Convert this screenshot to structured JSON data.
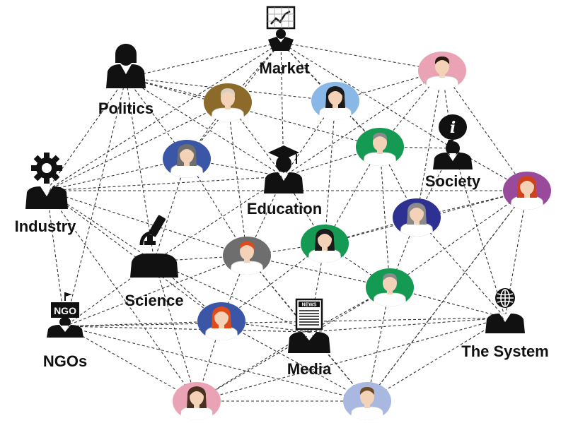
{
  "colors": {
    "background": "#ffffff",
    "edge": "#333333",
    "icon": "#111111",
    "skin": "#f4d2b8",
    "shirt": "#ffffff"
  },
  "sectors": [
    {
      "id": "market",
      "label": "Market",
      "icon": "chart-board-icon"
    },
    {
      "id": "politics",
      "label": "Politics",
      "icon": "politician-icon"
    },
    {
      "id": "society",
      "label": "Society",
      "icon": "info-person-icon"
    },
    {
      "id": "education",
      "label": "Education",
      "icon": "graduate-icon"
    },
    {
      "id": "industry",
      "label": "Industry",
      "icon": "gear-person-icon"
    },
    {
      "id": "science",
      "label": "Science",
      "icon": "microscope-icon"
    },
    {
      "id": "ngos",
      "label": "NGOs",
      "icon": "ngo-sign-icon",
      "badge": "NGO"
    },
    {
      "id": "media",
      "label": "Media",
      "icon": "newspaper-icon",
      "badge": "NEWS"
    },
    {
      "id": "the_system",
      "label": "The System",
      "icon": "globe-person-icon"
    }
  ],
  "people": [
    {
      "id": "p1",
      "bg": "#e9a3b5",
      "hair": "#2b1a10",
      "female": false
    },
    {
      "id": "p2",
      "bg": "#8c6a2a",
      "hair": "#d9d0c0",
      "female": false
    },
    {
      "id": "p3",
      "bg": "#8ab8e6",
      "hair": "#1b1b1b",
      "female": true
    },
    {
      "id": "p4",
      "bg": "#149a52",
      "hair": "#8a8a8a",
      "female": false
    },
    {
      "id": "p5",
      "bg": "#3b56a6",
      "hair": "#6e6e6e",
      "female": true
    },
    {
      "id": "p6",
      "bg": "#9a4a9a",
      "hair": "#d2421a",
      "female": true
    },
    {
      "id": "p7",
      "bg": "#2e3191",
      "hair": "#8a8a8a",
      "female": true
    },
    {
      "id": "p8",
      "bg": "#149a52",
      "hair": "#1b1b1b",
      "female": true
    },
    {
      "id": "p9",
      "bg": "#6e6e6e",
      "hair": "#e24a1a",
      "female": false
    },
    {
      "id": "p10",
      "bg": "#149a52",
      "hair": "#8a8a8a",
      "female": false
    },
    {
      "id": "p11",
      "bg": "#3b56a6",
      "hair": "#e24a1a",
      "female": true
    },
    {
      "id": "p12",
      "bg": "#e9a3b5",
      "hair": "#4a3020",
      "female": true
    },
    {
      "id": "p13",
      "bg": "#a9b8e0",
      "hair": "#6e4a2a",
      "female": false
    }
  ],
  "edges": [
    [
      "market",
      "politics"
    ],
    [
      "market",
      "p1"
    ],
    [
      "market",
      "p2"
    ],
    [
      "market",
      "p3"
    ],
    [
      "market",
      "p5"
    ],
    [
      "market",
      "industry"
    ],
    [
      "market",
      "society"
    ],
    [
      "market",
      "p4"
    ],
    [
      "market",
      "education"
    ],
    [
      "politics",
      "p2"
    ],
    [
      "politics",
      "p5"
    ],
    [
      "politics",
      "industry"
    ],
    [
      "politics",
      "education"
    ],
    [
      "politics",
      "science"
    ],
    [
      "politics",
      "ngos"
    ],
    [
      "politics",
      "p3"
    ],
    [
      "politics",
      "p4"
    ],
    [
      "p1",
      "society"
    ],
    [
      "p1",
      "p4"
    ],
    [
      "p1",
      "p3"
    ],
    [
      "p1",
      "p6"
    ],
    [
      "p1",
      "p7"
    ],
    [
      "p1",
      "education"
    ],
    [
      "p2",
      "p5"
    ],
    [
      "p2",
      "education"
    ],
    [
      "p2",
      "p9"
    ],
    [
      "p2",
      "industry"
    ],
    [
      "p3",
      "p4"
    ],
    [
      "p3",
      "education"
    ],
    [
      "p3",
      "p8"
    ],
    [
      "p4",
      "p7"
    ],
    [
      "p4",
      "society"
    ],
    [
      "p4",
      "p8"
    ],
    [
      "p4",
      "education"
    ],
    [
      "p4",
      "p10"
    ],
    [
      "p5",
      "industry"
    ],
    [
      "p5",
      "science"
    ],
    [
      "p5",
      "p9"
    ],
    [
      "p5",
      "education"
    ],
    [
      "society",
      "p6"
    ],
    [
      "society",
      "p7"
    ],
    [
      "society",
      "the_system"
    ],
    [
      "p6",
      "the_system"
    ],
    [
      "p6",
      "p7"
    ],
    [
      "p6",
      "p10"
    ],
    [
      "p6",
      "p13"
    ],
    [
      "p6",
      "industry"
    ],
    [
      "p6",
      "p8"
    ],
    [
      "education",
      "p8"
    ],
    [
      "education",
      "p9"
    ],
    [
      "education",
      "industry"
    ],
    [
      "education",
      "science"
    ],
    [
      "industry",
      "science"
    ],
    [
      "industry",
      "ngos"
    ],
    [
      "industry",
      "p12"
    ],
    [
      "industry",
      "p9"
    ],
    [
      "industry",
      "p11"
    ],
    [
      "p7",
      "p8"
    ],
    [
      "p7",
      "p10"
    ],
    [
      "p7",
      "the_system"
    ],
    [
      "p8",
      "p9"
    ],
    [
      "p8",
      "p10"
    ],
    [
      "p8",
      "media"
    ],
    [
      "p8",
      "p11"
    ],
    [
      "p9",
      "science"
    ],
    [
      "p9",
      "p11"
    ],
    [
      "p9",
      "media"
    ],
    [
      "p9",
      "p10"
    ],
    [
      "p9",
      "p13"
    ],
    [
      "science",
      "ngos"
    ],
    [
      "science",
      "p11"
    ],
    [
      "science",
      "p12"
    ],
    [
      "science",
      "media"
    ],
    [
      "p10",
      "the_system"
    ],
    [
      "p10",
      "media"
    ],
    [
      "p10",
      "p13"
    ],
    [
      "p10",
      "p12"
    ],
    [
      "p11",
      "ngos"
    ],
    [
      "p11",
      "p12"
    ],
    [
      "p11",
      "media"
    ],
    [
      "p11",
      "p13"
    ],
    [
      "ngos",
      "p12"
    ],
    [
      "ngos",
      "media"
    ],
    [
      "ngos",
      "p9"
    ],
    [
      "ngos",
      "p13"
    ],
    [
      "media",
      "p12"
    ],
    [
      "media",
      "p13"
    ],
    [
      "media",
      "the_system"
    ],
    [
      "the_system",
      "p13"
    ],
    [
      "the_system",
      "p12"
    ],
    [
      "the_system",
      "ngos"
    ],
    [
      "p12",
      "p13"
    ],
    [
      "p13",
      "p6"
    ]
  ]
}
